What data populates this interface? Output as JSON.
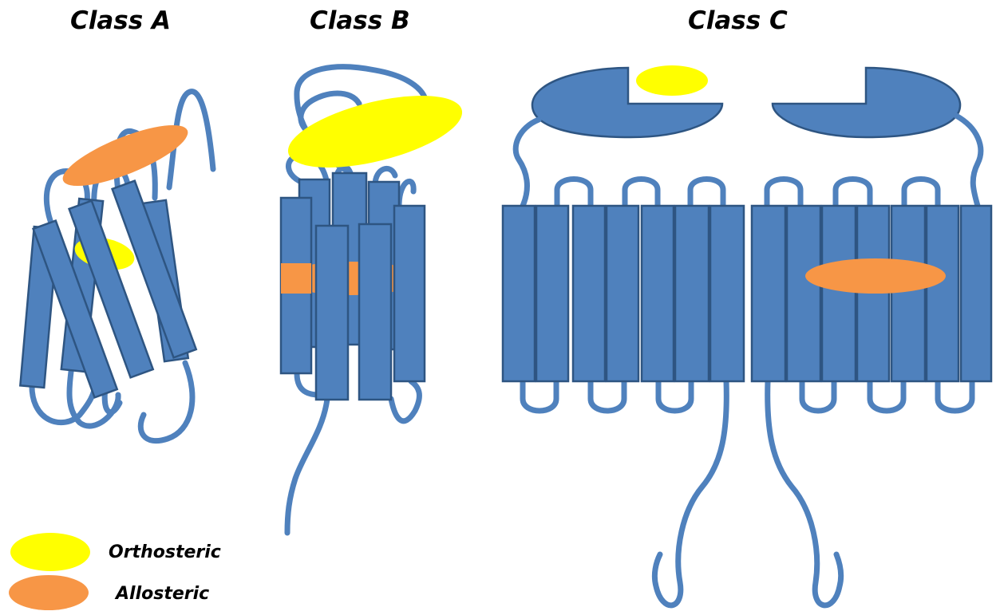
{
  "classes": [
    {
      "title": "Class A"
    },
    {
      "title": "Class B"
    },
    {
      "title": "Class C"
    }
  ],
  "legend": [
    {
      "label": "Orthosteric",
      "color": "#FFFF00"
    },
    {
      "label": "Allosteric",
      "color": "#F79646"
    }
  ],
  "colors": {
    "helix_fill": "#4F81BD",
    "helix_stroke": "#2E5582",
    "loop": "#4F81BD",
    "orthosteric": "#FFFF00",
    "allosteric": "#F79646"
  }
}
